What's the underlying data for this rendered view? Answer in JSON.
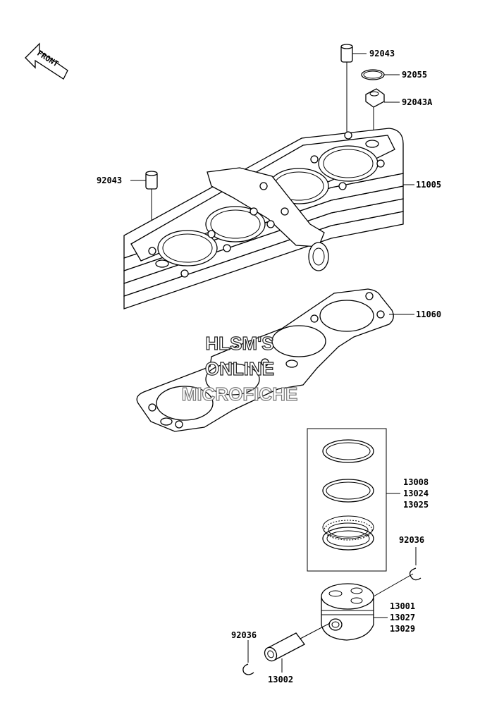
{
  "front_arrow": {
    "label": "FRONT"
  },
  "watermark": {
    "line1": "HLSM'S",
    "line2": "ONLINE",
    "line3": "MICROFICHE"
  },
  "callouts": {
    "dowel_top": "92043",
    "o_ring": "92055",
    "dowel_a": "92043A",
    "dowel_left": "92043",
    "cylinder": "11005",
    "gasket": "11060",
    "ring_set_1": "13008",
    "ring_set_2": "13024",
    "ring_set_3": "13025",
    "clip_right": "92036",
    "piston_1": "13001",
    "piston_2": "13027",
    "piston_3": "13029",
    "clip_left": "92036",
    "pin": "13002"
  }
}
